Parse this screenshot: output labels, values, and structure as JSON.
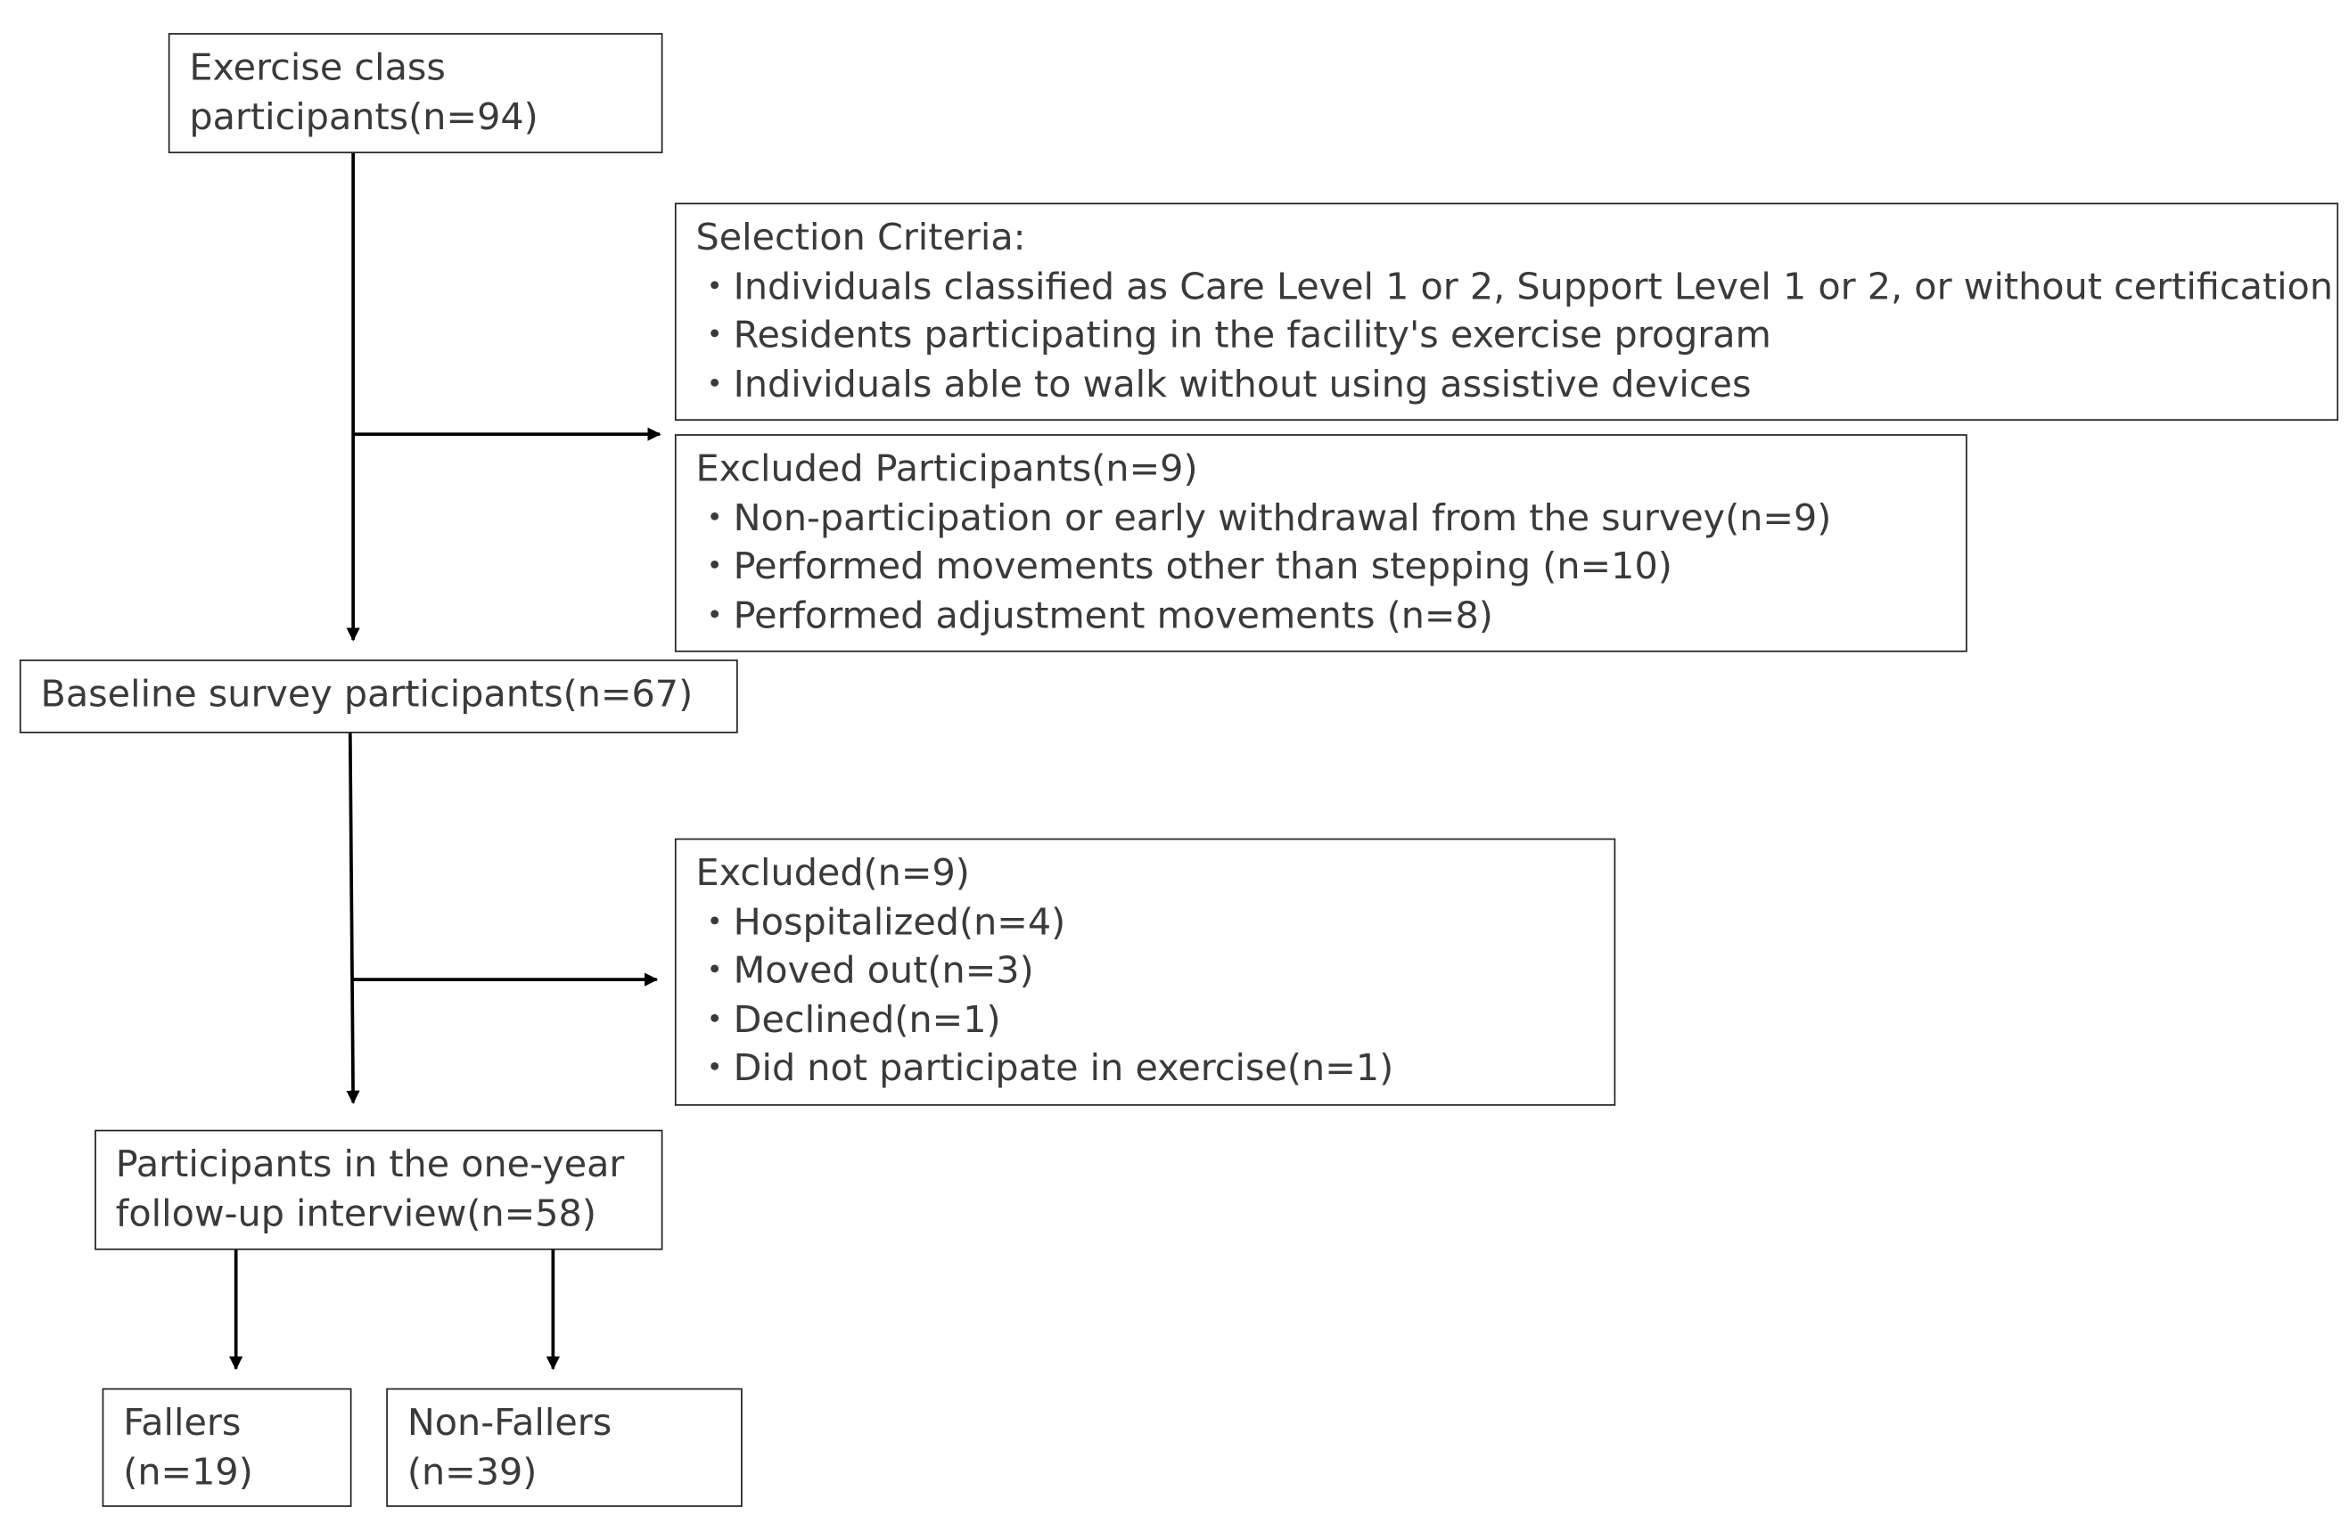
{
  "boxes": {
    "exercise_class": {
      "lines": [
        "Exercise class",
        "participants(n=94)"
      ]
    },
    "selection_criteria": {
      "title": "Selection Criteria:",
      "bullet": "・",
      "items": [
        "Individuals classified as Care Level 1 or 2, Support Level 1 or 2, or without certification",
        "Residents participating in the facility's exercise program",
        "Individuals able to walk without using assistive devices"
      ]
    },
    "excluded_participants": {
      "title": "Excluded Participants(n=9)",
      "bullet": "・",
      "items": [
        "Non-participation or early withdrawal from the survey(n=9)",
        "Performed movements other than stepping (n=10)",
        "Performed adjustment movements (n=8)"
      ]
    },
    "baseline": {
      "lines": [
        "Baseline survey participants(n=67)"
      ]
    },
    "excluded": {
      "title": "Excluded(n=9)",
      "bullet": "・",
      "items": [
        "Hospitalized(n=4)",
        "Moved out(n=3)",
        "Declined(n=1)",
        "Did not participate in exercise(n=1)"
      ]
    },
    "followup": {
      "lines": [
        "Participants in the one-year",
        "follow-up interview(n=58)"
      ]
    },
    "fallers": {
      "lines": [
        "Fallers",
        "(n=19)"
      ]
    },
    "non_fallers": {
      "lines": [
        "Non-Fallers",
        "(n=39)"
      ]
    }
  },
  "colors": {
    "border": "#1f1f1f",
    "text": "#3a3a3a",
    "arrow": "#000000"
  }
}
